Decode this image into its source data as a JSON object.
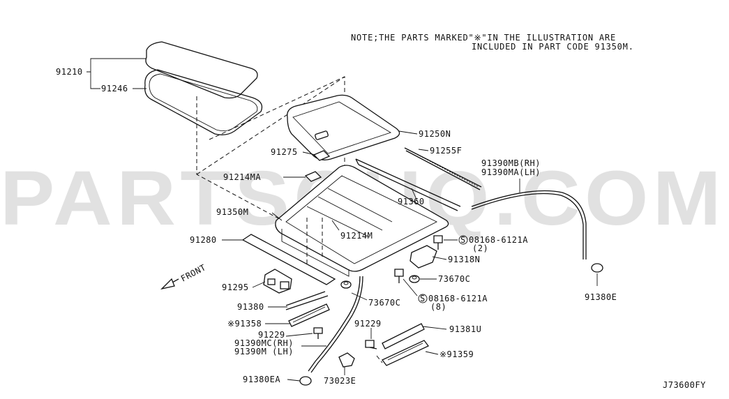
{
  "watermark": "PARTSOUQ.COM",
  "note": {
    "line1": "NOTE;THE PARTS MARKED\"※\"IN THE ILLUSTRATION ARE",
    "line2": "INCLUDED IN PART CODE 91350M."
  },
  "figure_code": "J73600FY",
  "front_label": "FRONT",
  "labels": {
    "p91210": "91210",
    "p91246": "91246",
    "p91250N": "91250N",
    "p91275": "91275",
    "p91255F": "91255F",
    "p91214MA": "91214MA",
    "p91390MB": "91390MB(RH)",
    "p91390MA": "91390MA(LH)",
    "p91360": "91360",
    "p91350M": "91350M",
    "p91214M": "91214M",
    "p91280": "91280",
    "p08168a": "08168-6121A",
    "p08168a_qty": "(2)",
    "p91318N": "91318N",
    "p73670C_a": "73670C",
    "p91295": "91295",
    "p73670C_b": "73670C",
    "p08168b": "08168-6121A",
    "p08168b_qty": "(8)",
    "p91380E": "91380E",
    "p91380": "91380",
    "p91358": "※91358",
    "p91229_a": "91229",
    "p91229_b": "91229",
    "p91381U": "91381U",
    "p91390MC": "91390MC(RH)",
    "p91390M": "91390M  (LH)",
    "p91359": "※91359",
    "p91380EA": "91380EA",
    "p73023E": "73023E",
    "s_symbol": "S"
  }
}
